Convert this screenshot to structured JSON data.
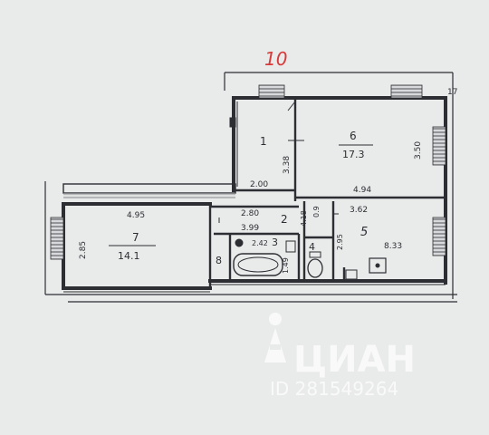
{
  "sheet_number": "10",
  "corner_mark": "17",
  "rooms": {
    "r1": {
      "number": "1",
      "dim": "3.38",
      "width": "2.00"
    },
    "r6": {
      "number": "6",
      "area": "17.3",
      "dim_right": "3.50",
      "dim_bottom": "4.94"
    },
    "r7": {
      "number": "7",
      "area": "14.1",
      "dim_top": "4.95",
      "dim_left": "2.85"
    },
    "r5": {
      "number": "5",
      "area": "8.33",
      "dim_top": "3.62",
      "dim_left": "2.95"
    },
    "r2": {
      "number": "2",
      "dim_top": "2.80",
      "dim_bottom": "3.99"
    },
    "r3": {
      "number": "3"
    },
    "r4": {
      "number": "4",
      "dim_a": "4.18",
      "dim_b": "0.9"
    },
    "r8": {
      "number": "8"
    },
    "bath": {
      "dim_a": "2.42",
      "dim_b": "1.49"
    }
  },
  "watermark": {
    "brand": "ЦИАН",
    "id_text": "ID 281549264"
  },
  "colors": {
    "paper": "#e9eaea",
    "ink": "#2c2e33",
    "red_ink": "#d83a3a"
  }
}
